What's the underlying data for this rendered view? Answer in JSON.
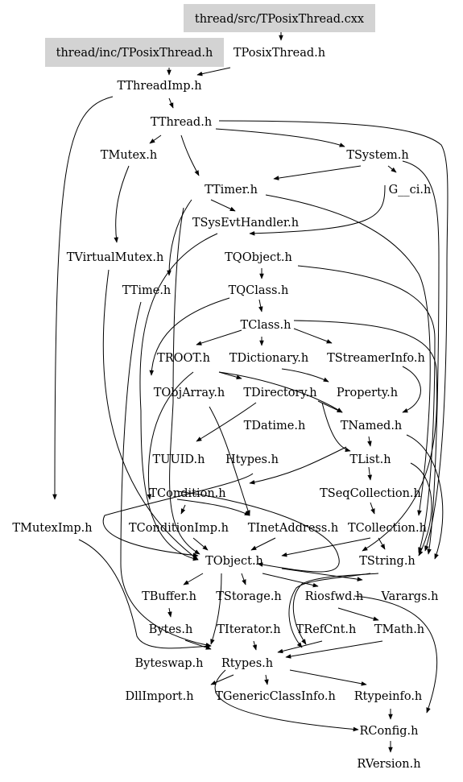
{
  "colors": {
    "highlight": "#d3d3d3",
    "stroke": "#000000",
    "background": "#ffffff"
  },
  "nodes": {
    "tposixthread_cxx": "thread/src/TPosixThread.cxx",
    "tposixthread_h_inc": "thread/inc/TPosixThread.h",
    "tposixthread_h": "TPosixThread.h",
    "tthreadimp_h": "TThreadImp.h",
    "tthread_h": "TThread.h",
    "tmutex_h": "TMutex.h",
    "tsystem_h": "TSystem.h",
    "ttimer_h": "TTimer.h",
    "g_ci_h": "G__ci.h",
    "tsysevthandler_h": "TSysEvtHandler.h",
    "tvirtualmutex_h": "TVirtualMutex.h",
    "tqobject_h": "TQObject.h",
    "ttime_h": "TTime.h",
    "tqclass_h": "TQClass.h",
    "tclass_h": "TClass.h",
    "troot_h": "TROOT.h",
    "tdictionary_h": "TDictionary.h",
    "tstreamerinfo_h": "TStreamerInfo.h",
    "tobjarray_h": "TObjArray.h",
    "tdirectory_h": "TDirectory.h",
    "property_h": "Property.h",
    "tdatime_h": "TDatime.h",
    "tnamed_h": "TNamed.h",
    "tuuid_h": "TUUID.h",
    "htypes_h": "Htypes.h",
    "tlist_h": "TList.h",
    "tcondition_h": "TCondition.h",
    "tseqcollection_h": "TSeqCollection.h",
    "tmuteximp_h": "TMutexImp.h",
    "tconditionimp_h": "TConditionImp.h",
    "tinetaddress_h": "TInetAddress.h",
    "tcollection_h": "TCollection.h",
    "tobject_h": "TObject.h",
    "tstring_h": "TString.h",
    "tbuffer_h": "TBuffer.h",
    "tstorage_h": "TStorage.h",
    "riosfwd_h": "Riosfwd.h",
    "varargs_h": "Varargs.h",
    "bytes_h": "Bytes.h",
    "titerator_h": "TIterator.h",
    "trefcnt_h": "TRefCnt.h",
    "tmath_h": "TMath.h",
    "byteswap_h": "Byteswap.h",
    "rtypes_h": "Rtypes.h",
    "dllimport_h": "DllImport.h",
    "tgenericclassinfo_h": "TGenericClassInfo.h",
    "rtypeinfo_h": "Rtypeinfo.h",
    "rconfig_h": "RConfig.h",
    "rversion_h": "RVersion.h"
  }
}
